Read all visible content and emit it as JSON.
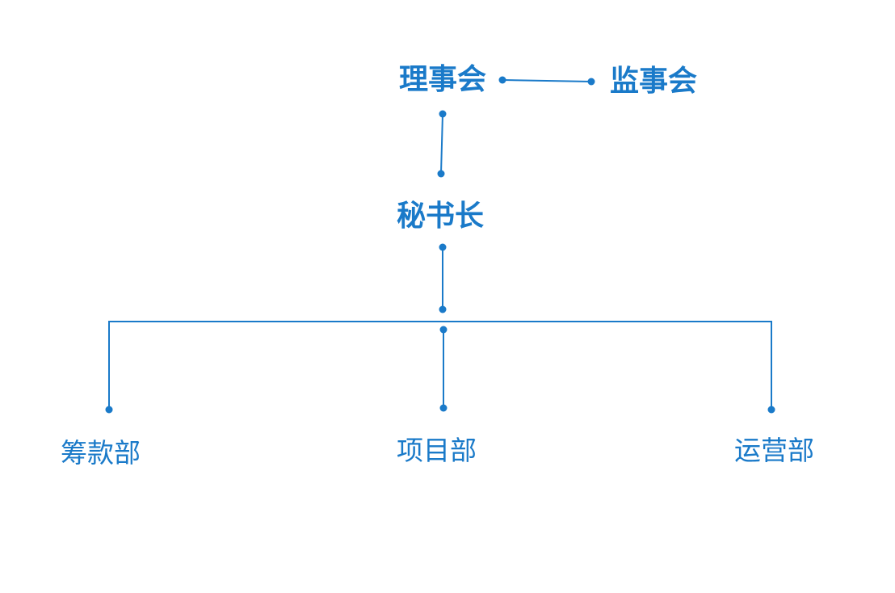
{
  "colors": {
    "accent": "#1a7ac9",
    "background": "#ffffff"
  },
  "nodes": {
    "board": "理事会",
    "supervisory": "监事会",
    "secretary_general": "秘书长",
    "fundraising": "筹款部",
    "projects": "项目部",
    "operations": "运营部"
  }
}
